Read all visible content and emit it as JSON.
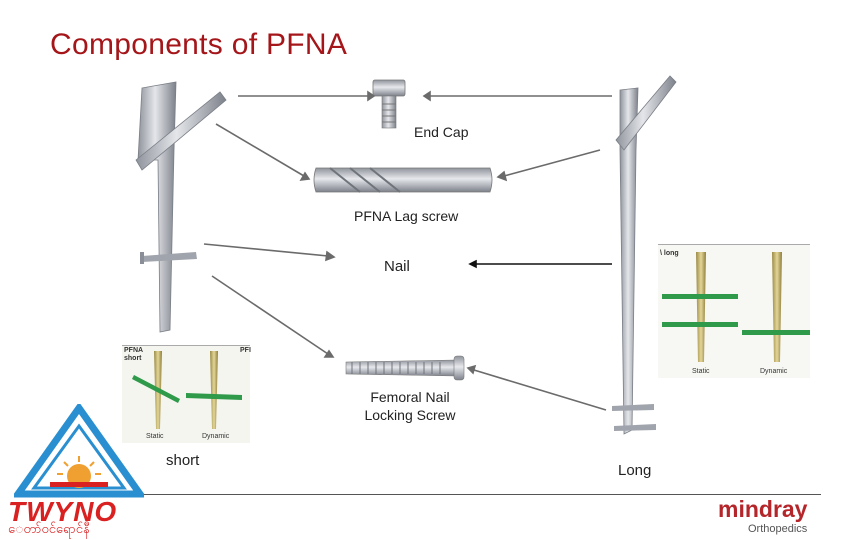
{
  "title": "Components of PFNA",
  "labels": {
    "end_cap": "End Cap",
    "lag_screw": "PFNA Lag screw",
    "nail": "Nail",
    "locking_screw": "Femoral Nail Locking Screw",
    "short": "short",
    "long": "Long"
  },
  "inset_short": {
    "heading": "PFNA short",
    "corner": "PFI",
    "left_caption": "Static",
    "right_caption": "Dynamic"
  },
  "inset_long": {
    "heading": "\\ long",
    "left_caption": "Static",
    "right_caption": "Dynamic"
  },
  "logos": {
    "left_word": "TWYNO",
    "left_sub": "ေတာ်ဝင်ရောင်နီ",
    "right_word": "mindray",
    "right_sub": "Orthopedics"
  },
  "colors": {
    "title": "#a4161a",
    "metal": "#b8bcc4",
    "gold": "#c9b56a",
    "green_screw": "#2e9a4a",
    "twyno_red": "#d92121",
    "twyno_blue": "#2a8fd0",
    "mindray_red": "#b5262b"
  }
}
